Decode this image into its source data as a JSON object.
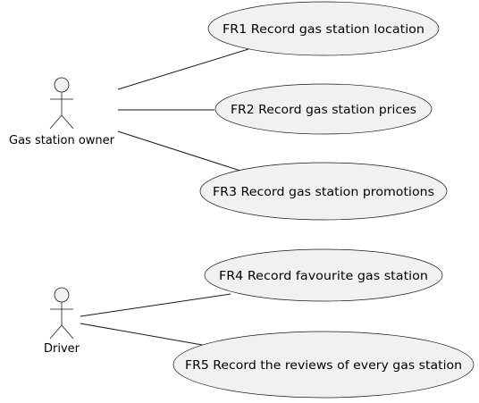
{
  "actors": [
    {
      "id": "owner",
      "label": "Gas station owner"
    },
    {
      "id": "driver",
      "label": "Driver"
    }
  ],
  "use_cases": [
    {
      "id": "fr1",
      "label": "FR1  Record gas station location"
    },
    {
      "id": "fr2",
      "label": "FR2 Record gas station prices"
    },
    {
      "id": "fr3",
      "label": "FR3 Record gas station promotions"
    },
    {
      "id": "fr4",
      "label": "FR4  Record favourite gas station"
    },
    {
      "id": "fr5",
      "label": "FR5 Record the reviews of every gas station"
    }
  ],
  "associations": [
    {
      "from": "owner",
      "to": "fr1"
    },
    {
      "from": "owner",
      "to": "fr2"
    },
    {
      "from": "owner",
      "to": "fr3"
    },
    {
      "from": "driver",
      "to": "fr4"
    },
    {
      "from": "driver",
      "to": "fr5"
    }
  ],
  "colors": {
    "fill": "#f1f1f1",
    "stroke": "#181818",
    "text": "#000000"
  }
}
